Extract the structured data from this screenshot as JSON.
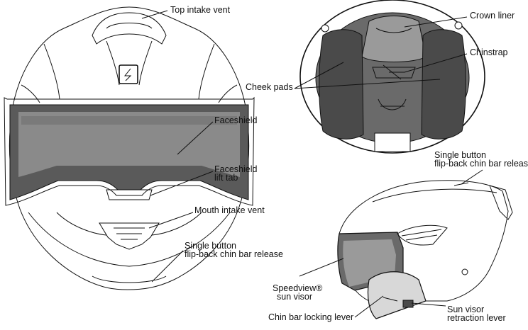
{
  "labels": {
    "top_intake_vent": "Top intake vent",
    "faceshield": "Faceshield",
    "faceshield_lift_tab_1": "Faceshield",
    "faceshield_lift_tab_2": "lift tab",
    "mouth_intake_vent": "Mouth intake vent",
    "chin_bar_release_front_1": "Single button",
    "chin_bar_release_front_2": "flip-back chin bar release",
    "crown_liner": "Crown liner",
    "chinstrap": "Chinstrap",
    "cheek_pads": "Cheek pads",
    "chin_bar_release_side_1": "Single button",
    "chin_bar_release_side_2": "flip-back chin bar release",
    "speedview_1": "Speedview®",
    "speedview_2": "sun visor",
    "chin_bar_locking_lever": "Chin bar locking lever",
    "sun_visor_retraction_1": "Sun visor",
    "sun_visor_retraction_2": "retraction lever"
  },
  "colors": {
    "outline": "#111111",
    "shield_dark": "#5a5a5a",
    "shield_mid": "#8a8a8a",
    "padding": "#4a4a4a",
    "helmet_fill": "#ffffff"
  }
}
